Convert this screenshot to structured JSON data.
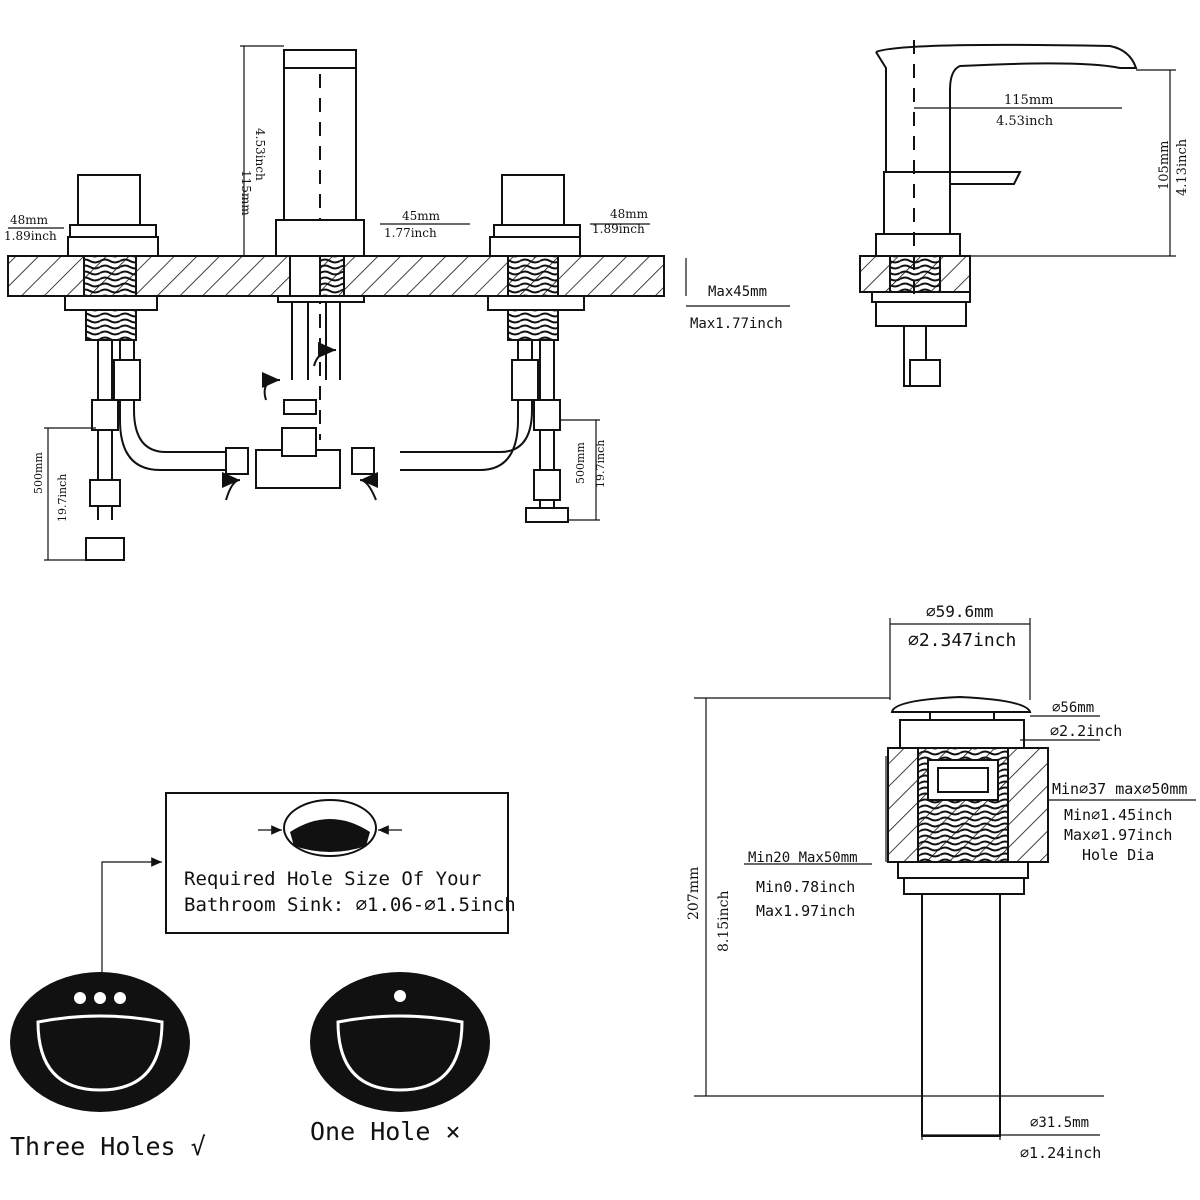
{
  "widespread_faucet": {
    "left_handle_width": "48mm",
    "left_handle_width_in": "1.89inch",
    "spout_height": "115mm",
    "spout_height_in": "4.53inch",
    "spout_width": "45mm",
    "spout_width_in": "1.77inch",
    "right_handle_width": "48mm",
    "right_handle_width_in": "1.89inch",
    "deck_max": "Max45mm",
    "deck_max_in": "Max1.77inch",
    "hose_left": "500mm",
    "hose_left_in": "19.7inch",
    "hose_right": "500mm",
    "hose_right_in": "19.7inch"
  },
  "side_view": {
    "reach": "115mm",
    "reach_in": "4.53inch",
    "height": "105mm",
    "height_in": "4.13inch"
  },
  "hole_info": {
    "line1": "Required Hole Size Of Your",
    "line2": "Bathroom Sink: ⌀1.06-⌀1.5inch"
  },
  "sinks": {
    "three_holes": "Three Holes √",
    "one_hole": "One Hole ×"
  },
  "drain": {
    "cap_dia": "⌀59.6mm",
    "cap_dia_in": "⌀2.347inch",
    "ring_dia": "⌀56mm",
    "ring_dia_in": "⌀2.2inch",
    "hole_dia_mm": "Min⌀37 max⌀50mm",
    "hole_dia_min_in": "Min⌀1.45inch",
    "hole_dia_max_in": "Max⌀1.97inch",
    "hole_dia_label": "Hole Dia",
    "thickness_mm": "Min20 Max50mm",
    "thickness_min_in": "Min0.78inch",
    "thickness_max_in": "Max1.97inch",
    "total_height": "207mm",
    "total_height_in": "8.15inch",
    "tail_dia": "⌀31.5mm",
    "tail_dia_in": "⌀1.24inch"
  }
}
